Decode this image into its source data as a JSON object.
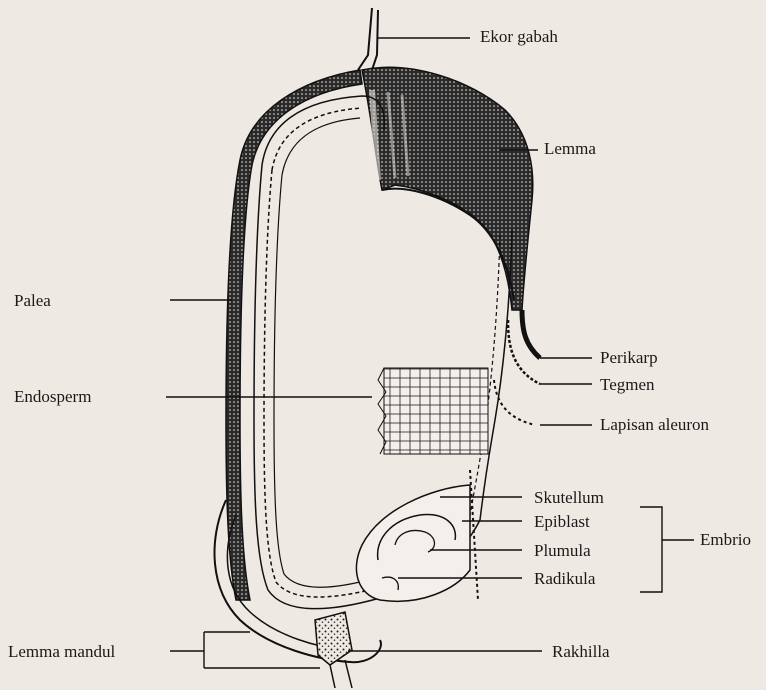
{
  "labels": {
    "ekor_gabah": "Ekor gabah",
    "lemma": "Lemma",
    "palea": "Palea",
    "perikarp": "Perikarp",
    "tegmen": "Tegmen",
    "endosperm": "Endosperm",
    "lapisan_aleuron": "Lapisan aleuron",
    "skutellum": "Skutellum",
    "epiblast": "Epiblast",
    "plumula": "Plumula",
    "radikula": "Radikula",
    "embrio": "Embrio",
    "lemma_mandul": "Lemma mandul",
    "rakhilla": "Rakhilla"
  },
  "colors": {
    "background": "#efe9e3",
    "ink": "#1a1a1a"
  }
}
